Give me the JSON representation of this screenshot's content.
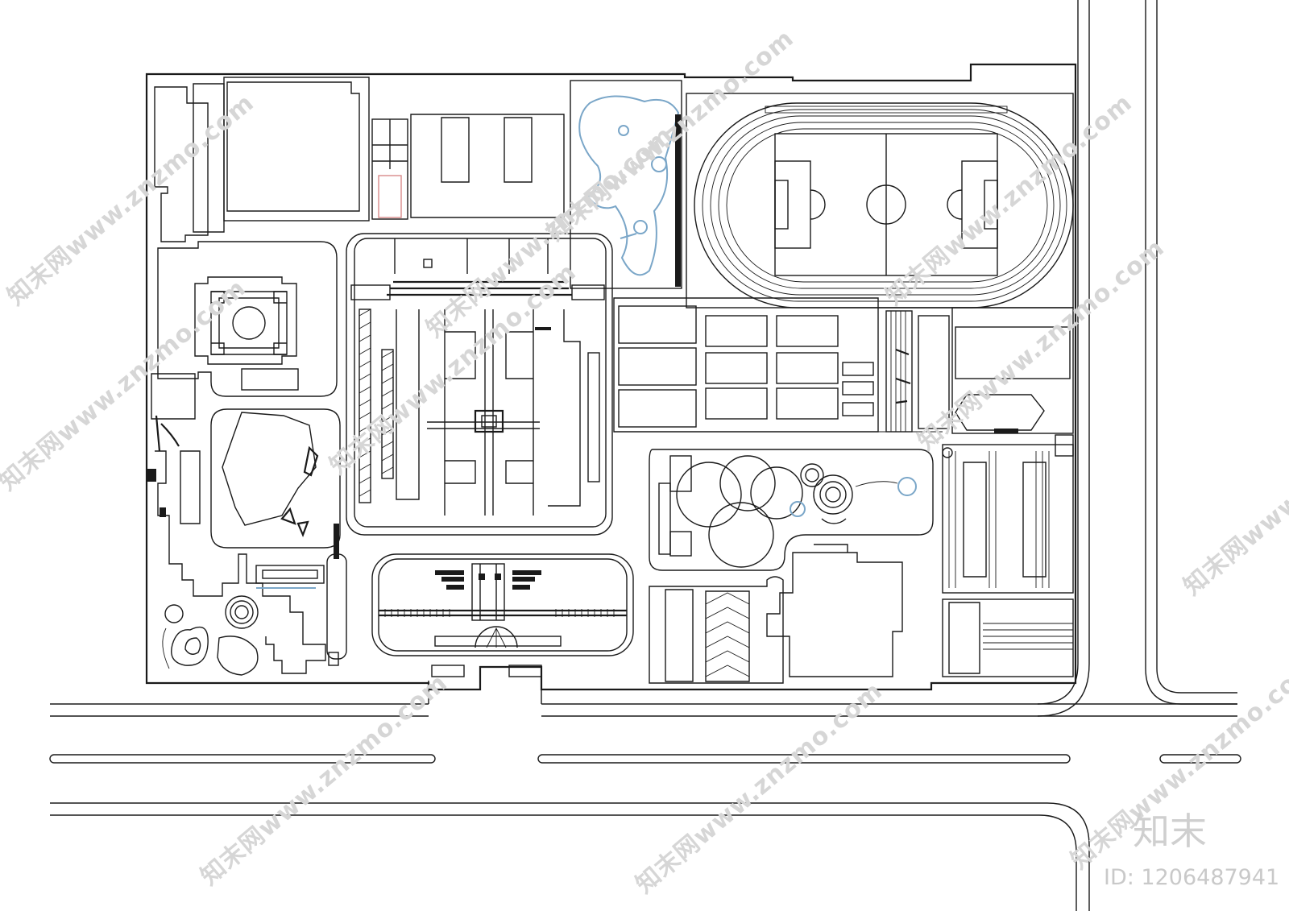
{
  "watermark": {
    "text": "知末网www.znzmo.com"
  },
  "brand": {
    "name": "知末",
    "id_label": "ID: 1206487941"
  },
  "colors": {
    "line": "#1a1a1a",
    "water": "#7aa6c8",
    "accent": "#d98a8a",
    "watermark": "#d6d6d6"
  }
}
